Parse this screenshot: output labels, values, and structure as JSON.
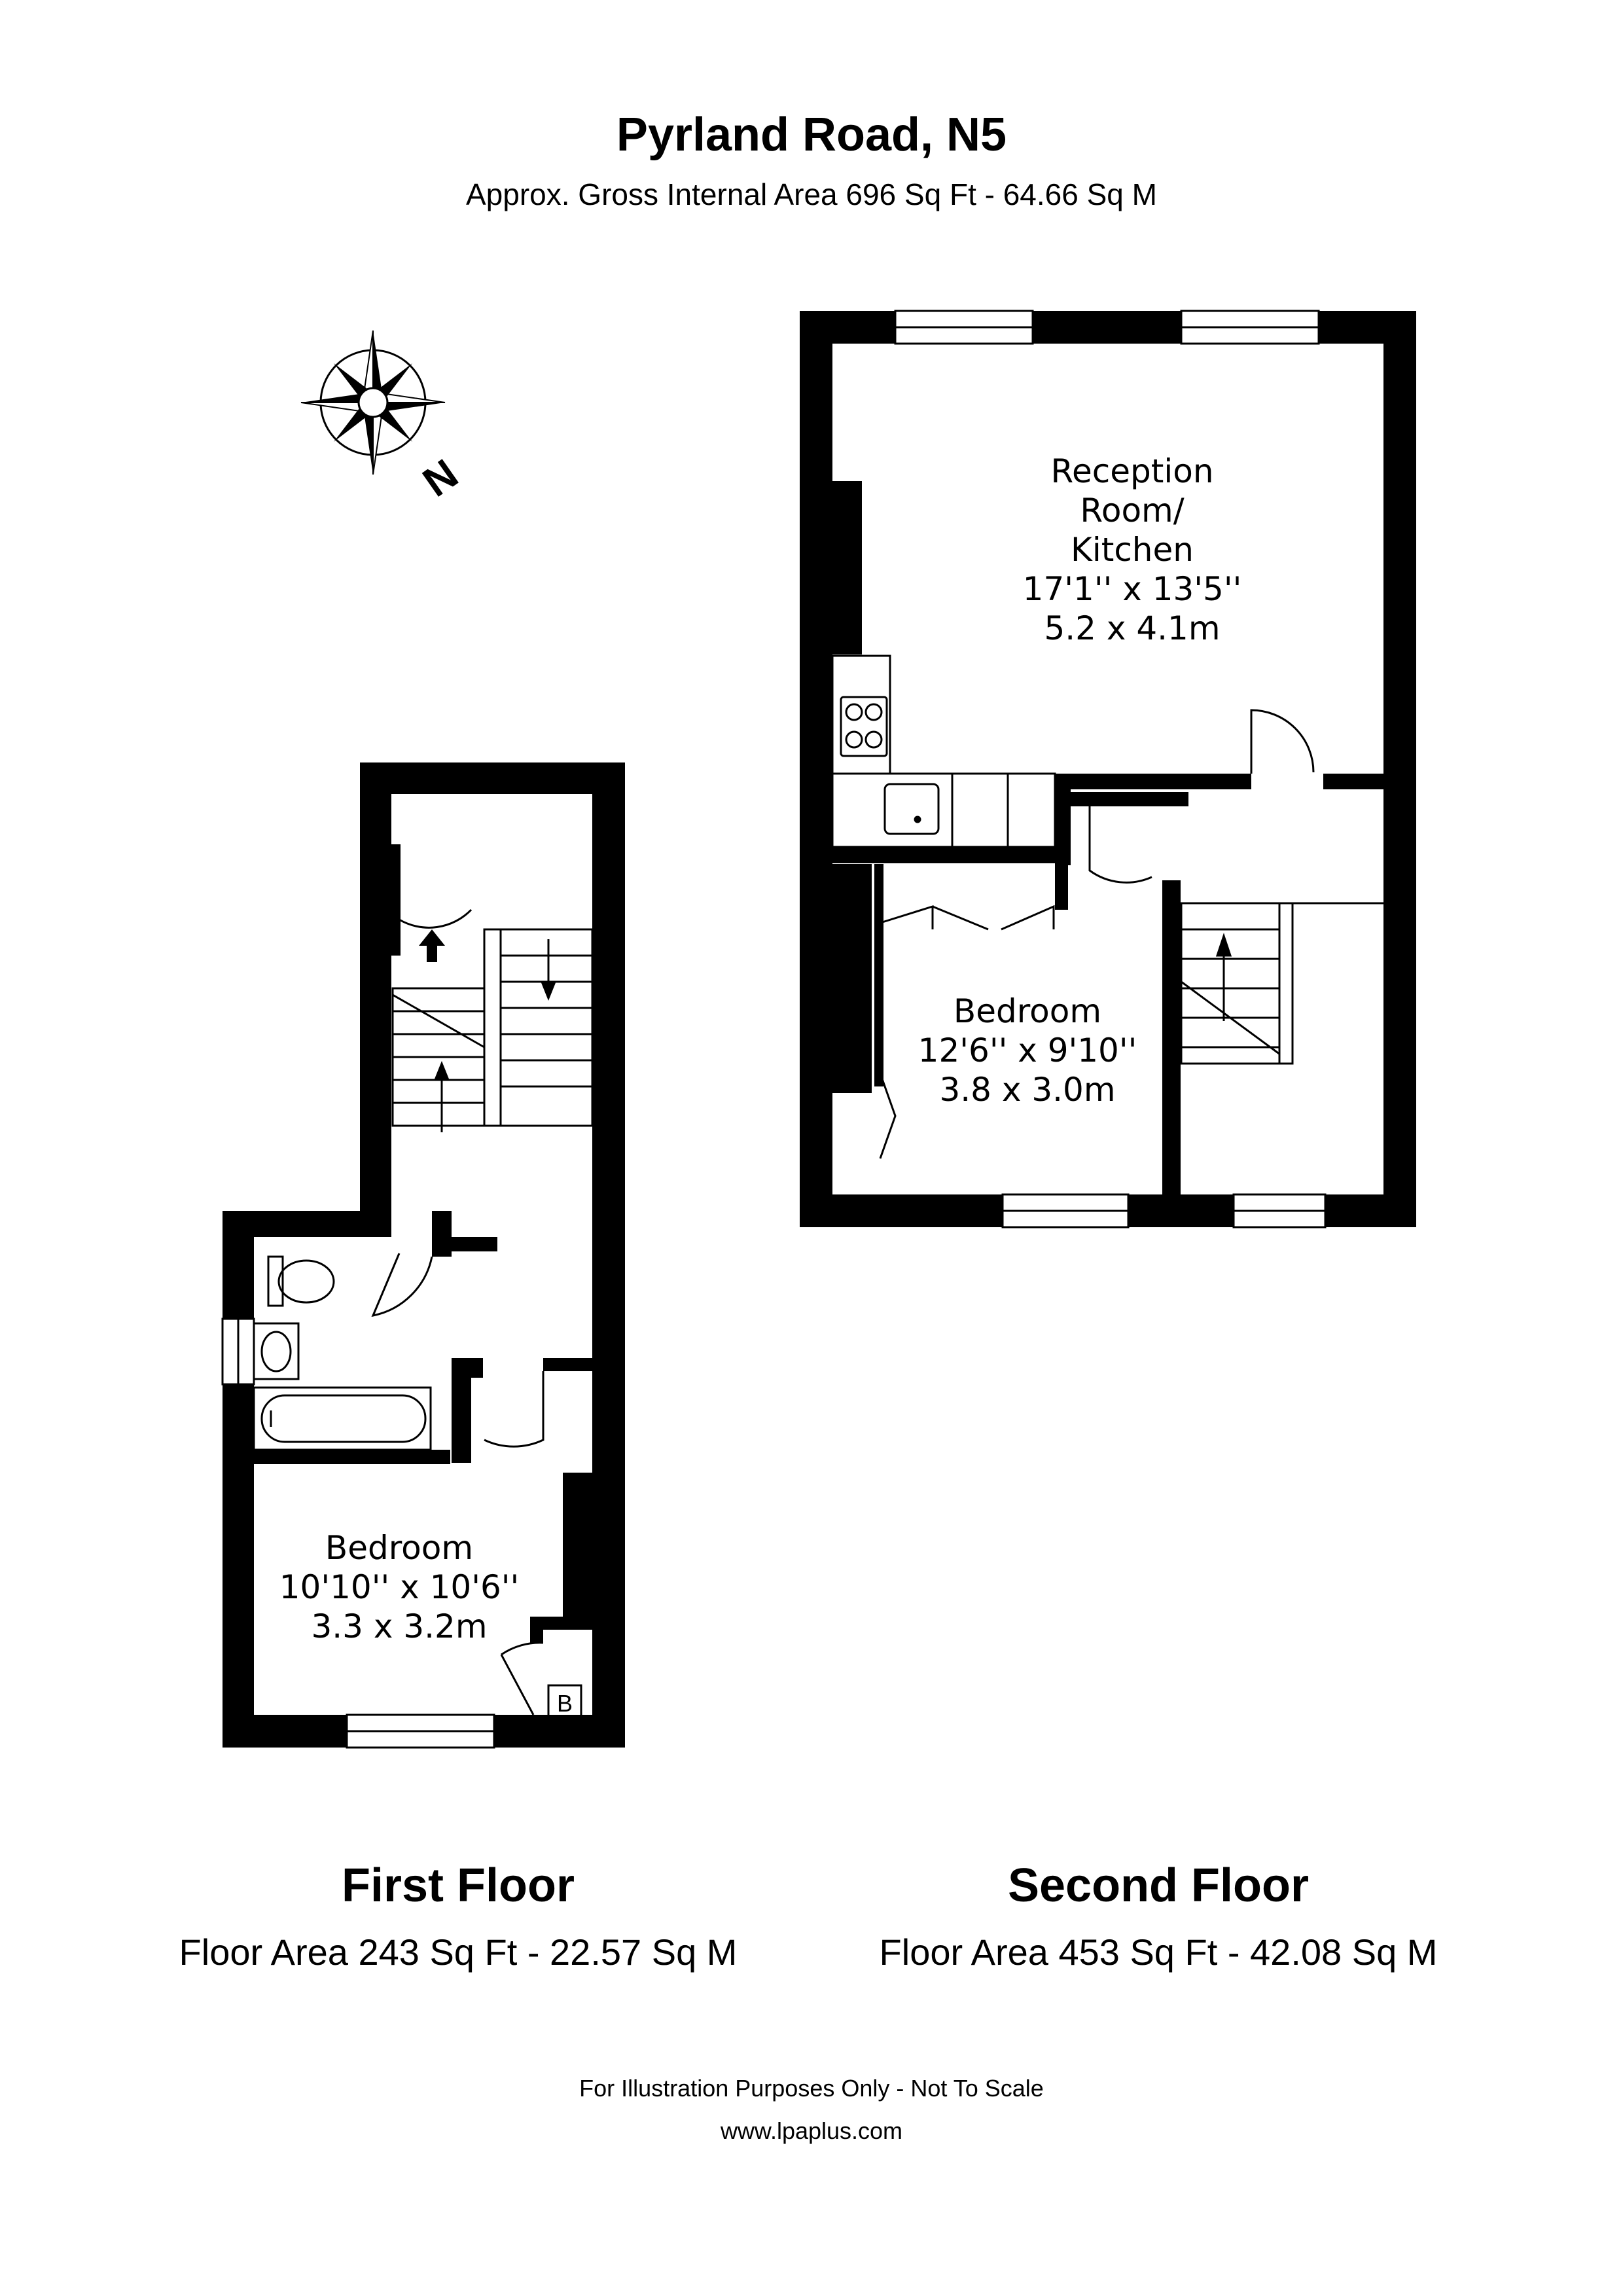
{
  "header": {
    "title": "Pyrland Road, N5",
    "subtitle": "Approx. Gross Internal Area 696 Sq Ft - 64.66 Sq M"
  },
  "compass": {
    "icon": "compass-rose-icon",
    "label": "N"
  },
  "floors": [
    {
      "name": "First Floor",
      "area": "Floor Area 243 Sq Ft - 22.57 Sq M",
      "rooms": [
        {
          "label": "Bedroom\n10'10'' x 10'6''\n3.3 x 3.2m"
        }
      ],
      "boiler_label": "B"
    },
    {
      "name": "Second Floor",
      "area": "Floor Area 453 Sq Ft - 42.08 Sq M",
      "rooms": [
        {
          "label": "Reception\nRoom/\nKitchen\n17'1'' x 13'5''\n5.2 x 4.1m"
        },
        {
          "label": "Bedroom\n12'6'' x 9'10''\n3.8 x 3.0m"
        }
      ]
    }
  ],
  "footer": {
    "disclaimer": "For Illustration Purposes Only - Not To Scale",
    "website": "www.lpaplus.com"
  }
}
